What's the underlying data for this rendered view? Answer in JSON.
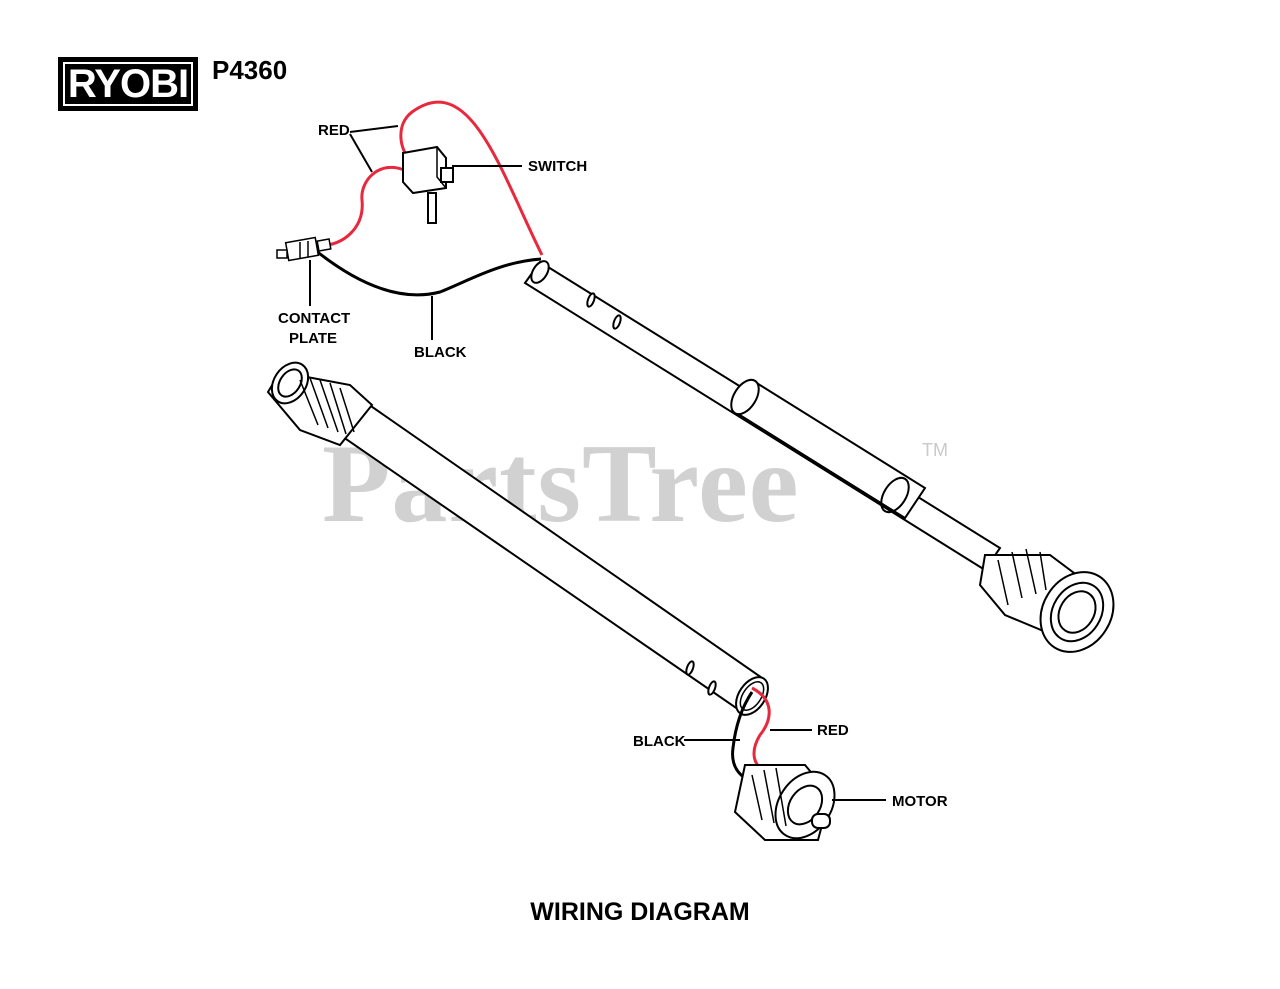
{
  "header": {
    "brand": "RYOBI",
    "model": "P4360"
  },
  "labels": {
    "red_top": "RED",
    "switch": "SWITCH",
    "contact_plate_line1": "CONTACT",
    "contact_plate_line2": "PLATE",
    "black_top": "BLACK",
    "black_bottom": "BLACK",
    "red_bottom": "RED",
    "motor": "MOTOR"
  },
  "title": "WIRING DIAGRAM",
  "watermark": {
    "text": "PartsTree",
    "tm": "TM"
  },
  "colors": {
    "red_wire": "#e8283c",
    "black_wire": "#000000",
    "outline": "#000000",
    "watermark": "#c9c9c9"
  }
}
